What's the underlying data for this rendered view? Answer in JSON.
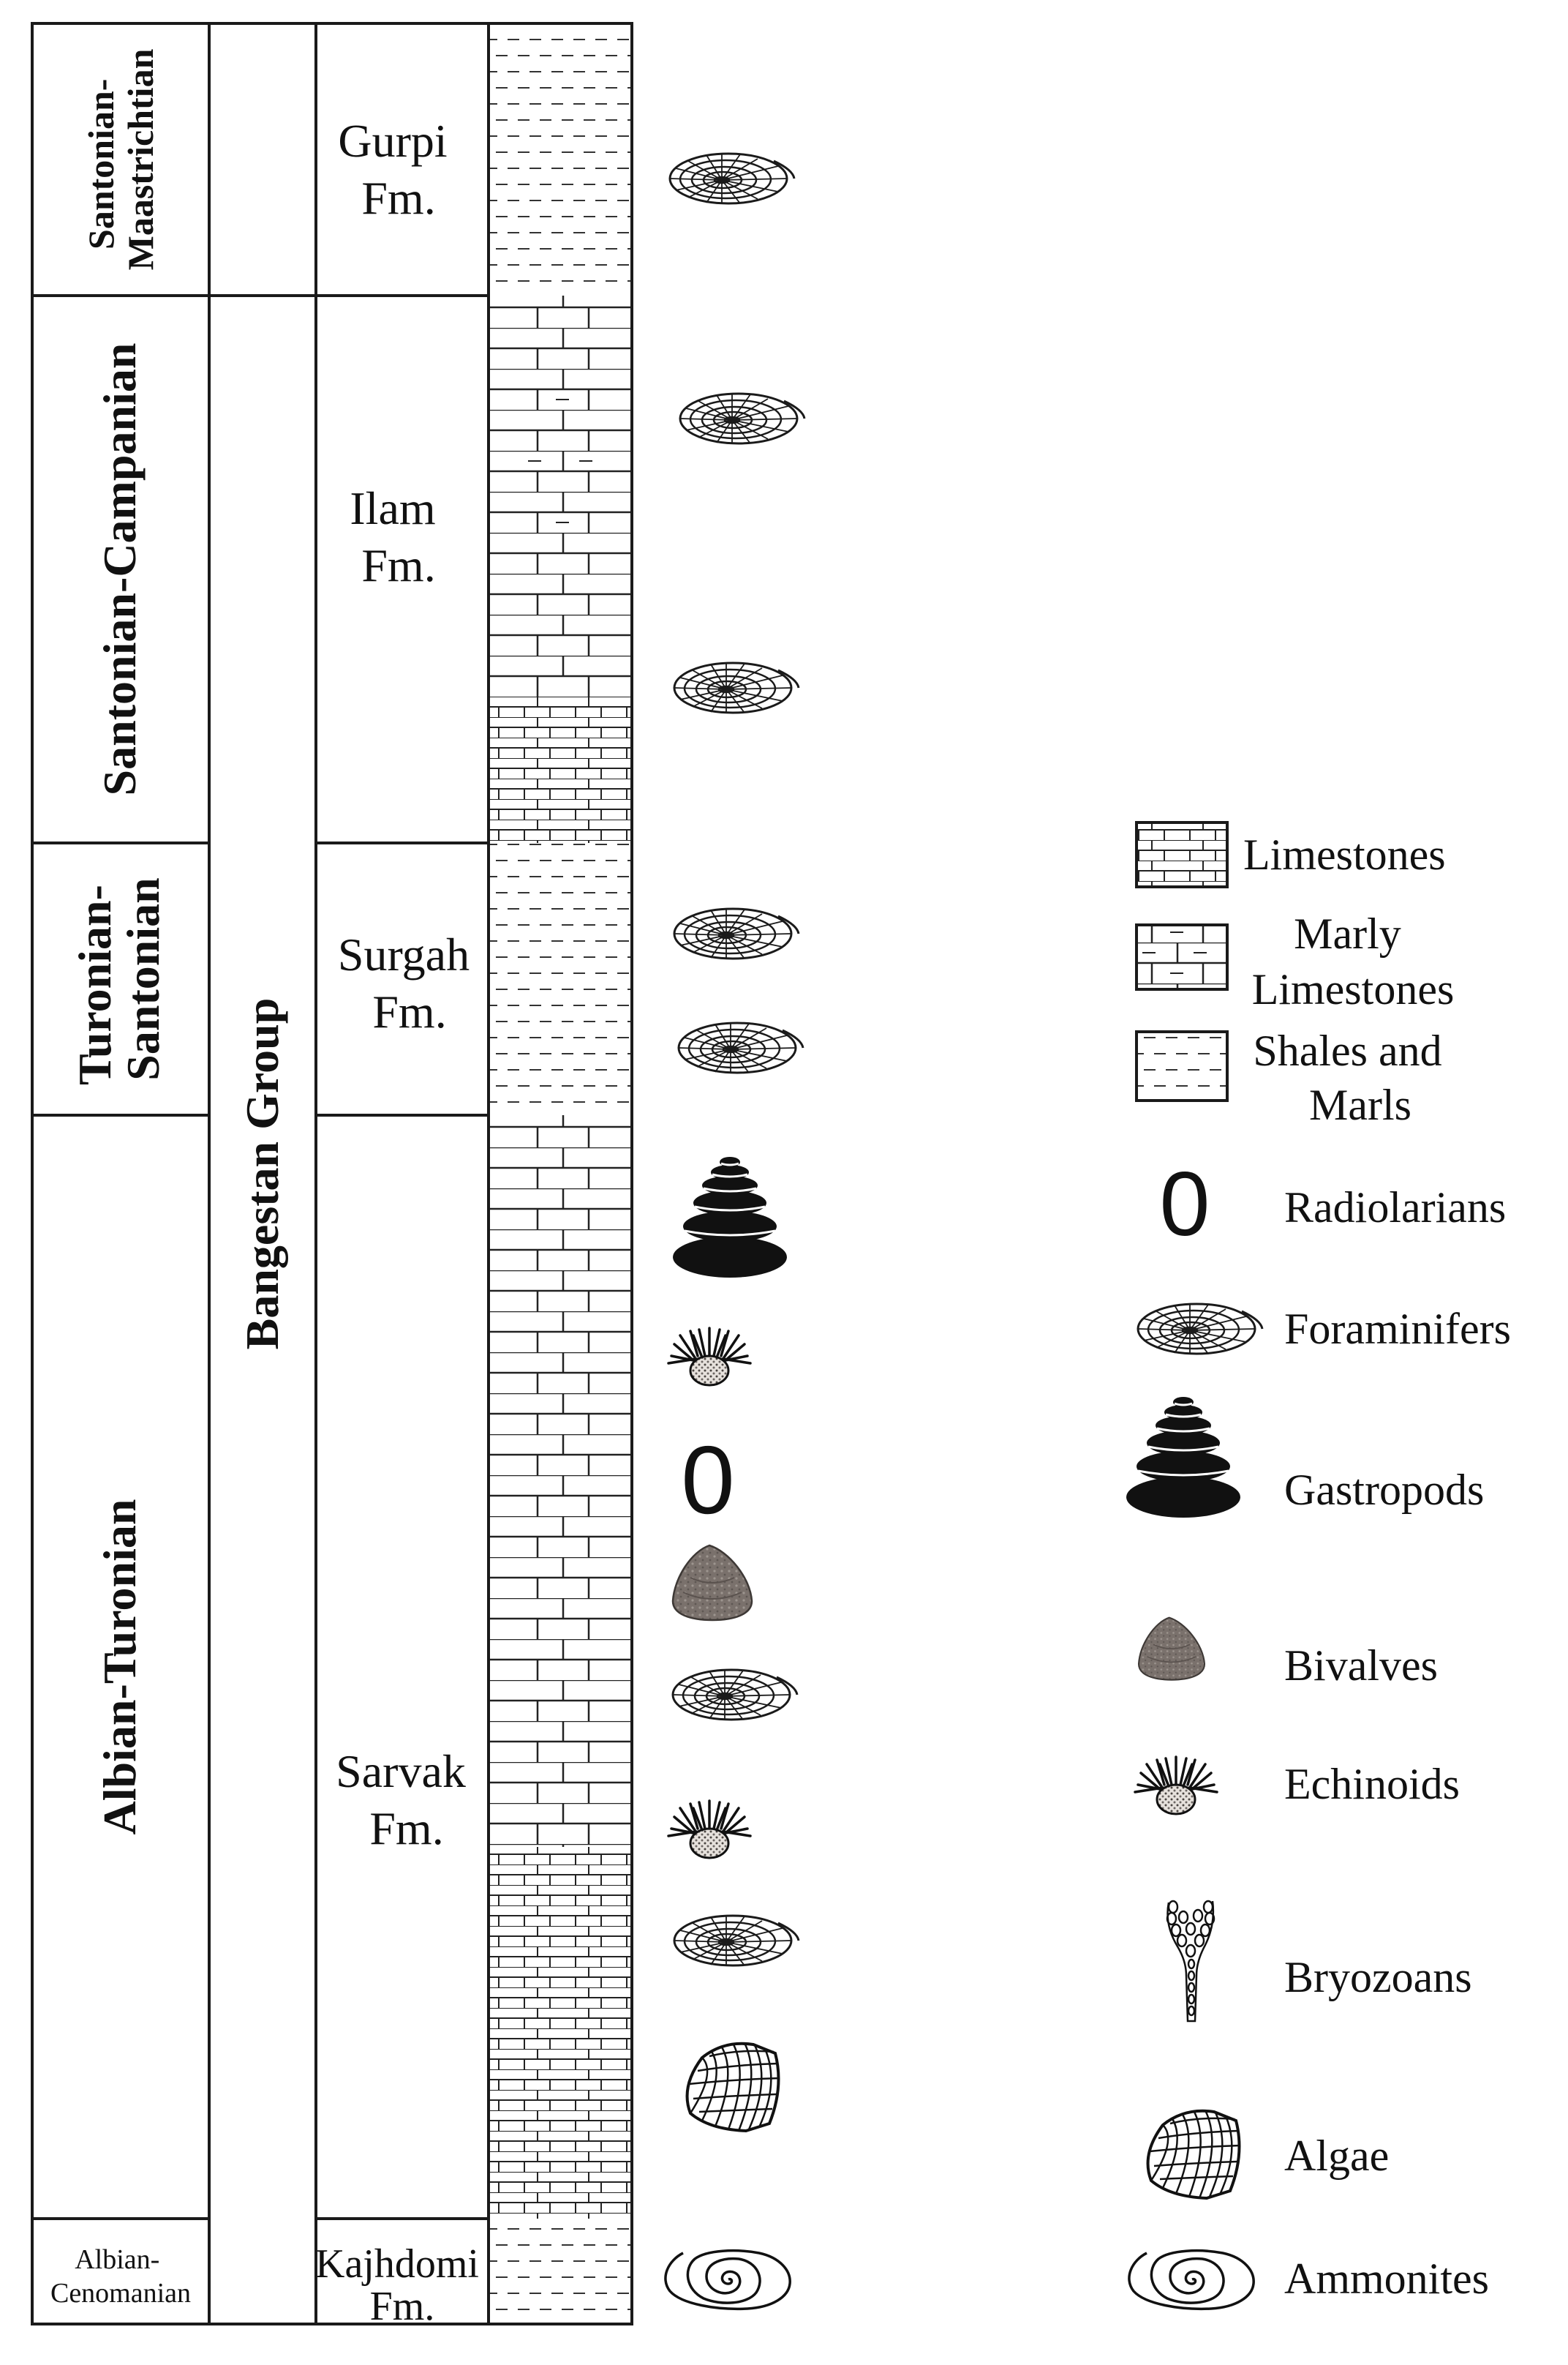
{
  "stages": [
    {
      "lines": [
        "Santonian-",
        "Maastrichtian"
      ]
    },
    {
      "lines": [
        "Santonian-Campanian"
      ]
    },
    {
      "lines": [
        "Turonian-",
        "Santonian"
      ]
    },
    {
      "lines": [
        "Albian-Turonian"
      ]
    },
    {
      "lines": [
        "Albian-",
        "Cenomanian"
      ]
    }
  ],
  "group": {
    "label": "Bangestan Group"
  },
  "formations": [
    {
      "lines": [
        "Gurpi",
        "Fm."
      ],
      "lithology": "shales-marls"
    },
    {
      "lines": [
        "Ilam",
        "Fm."
      ],
      "lithology": "limestones"
    },
    {
      "lines": [
        "Surgah",
        "Fm."
      ],
      "lithology": "shales-marls"
    },
    {
      "lines": [
        "Sarvak",
        "Fm."
      ],
      "lithology": "limestones"
    },
    {
      "lines": [
        "Kajhdomi",
        "Fm."
      ],
      "lithology": "shales-marls"
    }
  ],
  "fossil_column": [
    {
      "type": "foraminifers-icon"
    },
    {
      "type": "foraminifers-icon"
    },
    {
      "type": "foraminifers-icon"
    },
    {
      "type": "foraminifers-icon"
    },
    {
      "type": "foraminifers-icon"
    },
    {
      "type": "gastropods-icon"
    },
    {
      "type": "echinoids-icon"
    },
    {
      "type": "radiolarians-icon"
    },
    {
      "type": "bivalves-icon"
    },
    {
      "type": "foraminifers-icon"
    },
    {
      "type": "echinoids-icon"
    },
    {
      "type": "foraminifers-icon"
    },
    {
      "type": "algae-icon"
    },
    {
      "type": "ammonites-icon"
    }
  ],
  "legend": {
    "items": [
      {
        "label": "Limestones",
        "symbol": "limestones-icon"
      },
      {
        "lines": [
          "Marly",
          "Limestones"
        ],
        "symbol": "marly-limestones-icon"
      },
      {
        "lines": [
          "Shales and",
          "Marls"
        ],
        "symbol": "shales-marls-icon"
      },
      {
        "label": "Radiolarians",
        "symbol": "radiolarians-icon"
      },
      {
        "label": "Foraminifers",
        "symbol": "foraminifers-icon"
      },
      {
        "label": "Gastropods",
        "symbol": "gastropods-icon"
      },
      {
        "label": "Bivalves",
        "symbol": "bivalves-icon"
      },
      {
        "label": "Echinoids",
        "symbol": "echinoids-icon"
      },
      {
        "label": "Bryozoans",
        "symbol": "bryozoans-icon"
      },
      {
        "label": "Algae",
        "symbol": "algae-icon"
      },
      {
        "label": "Ammonites",
        "symbol": "ammonites-icon"
      }
    ],
    "radiolarian_glyph": "0"
  },
  "colors": {
    "line": "#1a1a1a",
    "fill_dark": "#111111",
    "bivalve": "#7a716c"
  }
}
